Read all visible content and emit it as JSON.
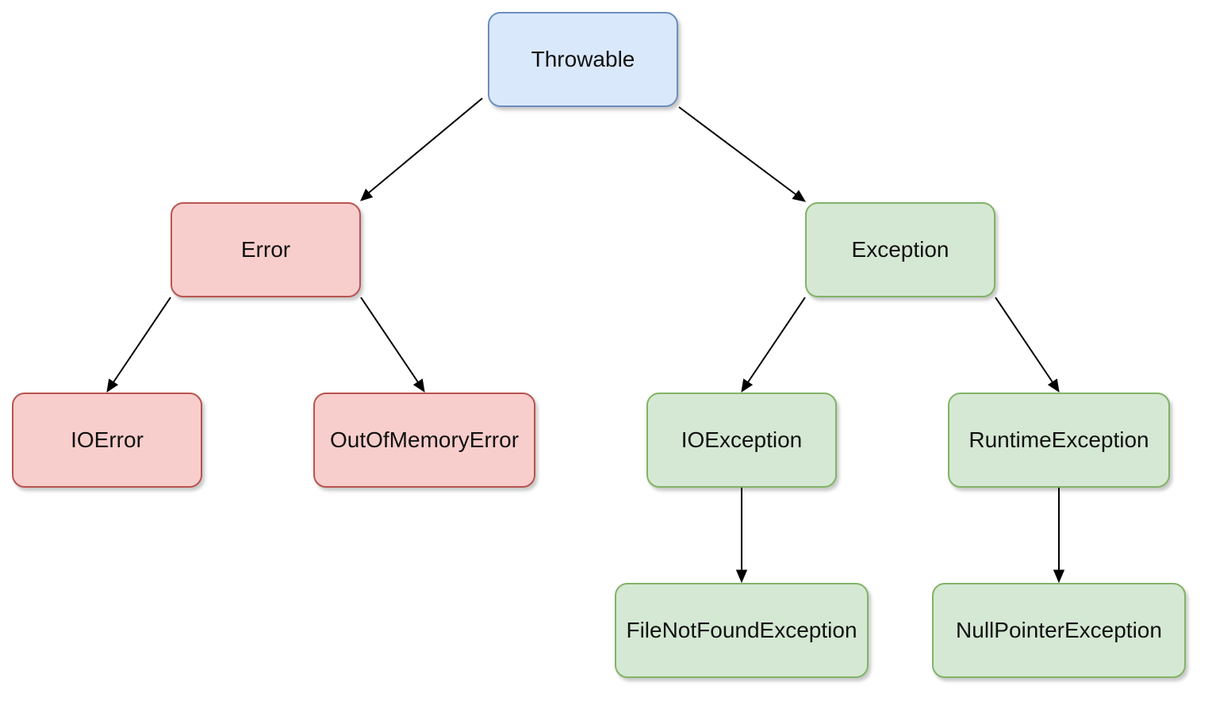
{
  "diagram": {
    "nodes": {
      "throwable": {
        "label": "Throwable",
        "color": "#dae8fc",
        "border": "#6c8ebf"
      },
      "error": {
        "label": "Error",
        "color": "#f8cecc",
        "border": "#b85450"
      },
      "exception": {
        "label": "Exception",
        "color": "#d5e8d4",
        "border": "#82b366"
      },
      "ioerror": {
        "label": "IOError",
        "color": "#f8cecc",
        "border": "#b85450"
      },
      "outofmemoryerror": {
        "label": "OutOfMemoryError",
        "color": "#f8cecc",
        "border": "#b85450"
      },
      "ioexception": {
        "label": "IOException",
        "color": "#d5e8d4",
        "border": "#82b366"
      },
      "runtimeexception": {
        "label": "RuntimeException",
        "color": "#d5e8d4",
        "border": "#82b366"
      },
      "filenotfoundexception": {
        "label": "FileNotFoundException",
        "color": "#d5e8d4",
        "border": "#82b366"
      },
      "nullpointerexception": {
        "label": "NullPointerException",
        "color": "#d5e8d4",
        "border": "#82b366"
      }
    },
    "edges": [
      {
        "from": "throwable",
        "to": "error"
      },
      {
        "from": "throwable",
        "to": "exception"
      },
      {
        "from": "error",
        "to": "ioerror"
      },
      {
        "from": "error",
        "to": "outofmemoryerror"
      },
      {
        "from": "exception",
        "to": "ioexception"
      },
      {
        "from": "exception",
        "to": "runtimeexception"
      },
      {
        "from": "ioexception",
        "to": "filenotfoundexception"
      },
      {
        "from": "runtimeexception",
        "to": "nullpointerexception"
      }
    ]
  }
}
